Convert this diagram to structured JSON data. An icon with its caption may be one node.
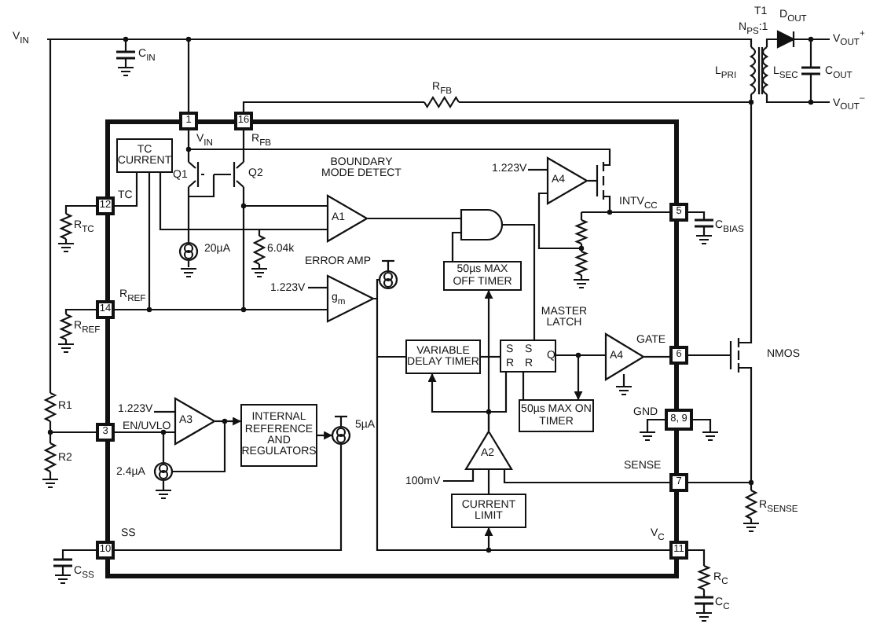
{
  "diagram": {
    "nodes": [
      {
        "text": [],
        "shape": "box"
      },
      {
        "text": [
          "1"
        ],
        "beside": [
          "V$_{IN}$"
        ]
      },
      {
        "text": [
          "16"
        ],
        "beside": [
          "R$_{FB}$"
        ]
      },
      {
        "text": [
          "12"
        ],
        "beside": [
          "TC"
        ]
      },
      {
        "text": [
          "14"
        ],
        "beside": [
          "R$_{REF}$"
        ]
      },
      {
        "text": [
          "3"
        ],
        "beside": [
          "EN/UVLO"
        ]
      },
      {
        "text": [
          "10"
        ],
        "beside": [
          "SS"
        ]
      },
      {
        "text": [
          "5"
        ],
        "beside": [
          "INTV$_{CC}$"
        ]
      },
      {
        "text": [
          "6"
        ],
        "beside": [
          "GATE"
        ]
      },
      {
        "text": [
          "8, 9"
        ],
        "beside": [
          "GND"
        ]
      },
      {
        "text": [
          "7"
        ],
        "beside": [
          "SENSE"
        ]
      },
      {
        "text": [
          "11"
        ],
        "beside": [
          "V$_{C}$"
        ]
      },
      {
        "text": [
          "TC CURRENT"
        ],
        "in": 0
      },
      {
        "text": [
          "A1"
        ],
        "beside": [
          "BOUNDARY MODE DETECT"
        ],
        "in": 0
      },
      {
        "text": [
          "g$_{m}$"
        ],
        "beside": [
          "ERROR AMP"
        ],
        "in": 0
      },
      {
        "text": [
          "A4"
        ],
        "in": 0
      },
      {
        "text": [],
        "shape": "gate",
        "in": 0
      },
      {
        "text": [
          "50µs MAX OFF TIMER"
        ],
        "in": 0
      },
      {
        "text": [
          "VARIABLE DELAY TIMER"
        ],
        "in": 0
      },
      {
        "text": [
          "MASTER LATCH",
          "S",
          "S",
          "R",
          "R",
          "Q"
        ],
        "in": 0
      },
      {
        "text": [
          "A4"
        ],
        "in": 0
      },
      {
        "text": [
          "50µs MAX ON TIMER"
        ],
        "in": 0
      },
      {
        "text": [
          "A2"
        ],
        "in": 0
      },
      {
        "text": [
          "CURRENT LIMIT"
        ],
        "in": 0
      },
      {
        "text": [
          "A3"
        ],
        "in": 0
      },
      {
        "text": [
          "INTERNAL REFERENCE AND REGULATORS"
        ],
        "in": 0
      },
      {
        "text": [],
        "shape": "circle",
        "beside": [
          "5µA"
        ],
        "in": 0
      }
    ],
    "edges": [
      {
        "from": 3,
        "to": 12,
        "arrow": "none"
      },
      {
        "from": 12,
        "to": 13,
        "arrow": "none"
      },
      {
        "from": 12,
        "to": 4,
        "arrow": "none"
      },
      {
        "from": 13,
        "to": 16,
        "arrow": "none"
      },
      {
        "from": 4,
        "to": 14,
        "arrow": "none"
      },
      {
        "from": 14,
        "to": 18,
        "arrow": "none"
      },
      {
        "from": 17,
        "to": 16,
        "arrow": "none"
      },
      {
        "from": 16,
        "to": 19,
        "arrow": "none"
      },
      {
        "from": 18,
        "to": 19,
        "arrow": "none"
      },
      {
        "from": 19,
        "to": 20,
        "arrow": "none"
      },
      {
        "from": 19,
        "to": 21,
        "arrow": "to"
      },
      {
        "from": 21,
        "to": 19,
        "arrow": "none"
      },
      {
        "from": 22,
        "to": 19,
        "arrow": "none"
      },
      {
        "from": 22,
        "to": 17,
        "arrow": "to"
      },
      {
        "from": 22,
        "to": 18,
        "arrow": "to"
      },
      {
        "from": 20,
        "to": 8,
        "arrow": "none"
      },
      {
        "from": 10,
        "to": 22,
        "arrow": "none"
      },
      {
        "from": 23,
        "to": 22,
        "arrow": "none"
      },
      {
        "from": 11,
        "to": 23,
        "arrow": "to"
      },
      {
        "from": 5,
        "to": 24,
        "arrow": "none"
      },
      {
        "from": 24,
        "to": 25,
        "arrow": "to"
      },
      {
        "from": 25,
        "to": 26,
        "arrow": "to"
      },
      {
        "from": 26,
        "to": 6,
        "arrow": "none"
      }
    ],
    "labels": [
      "T1",
      "D$_{OUT}$",
      "N$_{PS}$:1",
      "V$_{IN}$",
      "V$_{OUT}$$^{+}$",
      "C$_{IN}$",
      "L$_{PRI}$",
      "L$_{SEC}$",
      "C$_{OUT}$",
      "R$_{FB}$",
      "V$_{OUT}$$^{–}$",
      "1.223V",
      "Q1",
      "Q2",
      "R$_{TC}$",
      "C$_{BIAS}$",
      "20µA",
      "6.04k",
      "1.223V",
      "R$_{REF}$",
      "NMOS",
      "R1",
      "1.223V",
      "R2",
      "2.4µA",
      "100mV",
      "R$_{SENSE}$",
      "C$_{SS}$",
      "R$_{C}$",
      "C$_{C}$"
    ]
  }
}
